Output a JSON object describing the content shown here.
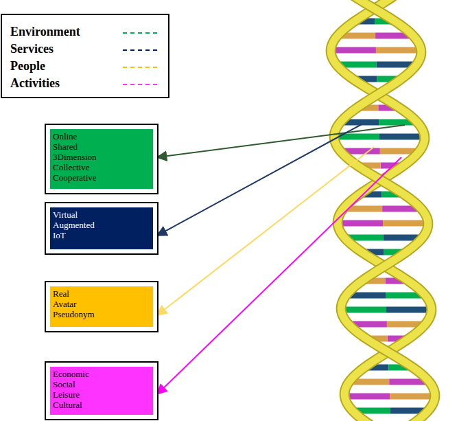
{
  "diagram": {
    "nodes": [
      {
        "text": [
          "Online",
          "Shared",
          "3Dimension",
          "Collective",
          "Cooperative"
        ]
      },
      {
        "text": [
          "Virtual",
          "Augmented",
          "IoT"
        ]
      },
      {
        "text": [
          "Real",
          "Avatar",
          "Pseudonym"
        ]
      },
      {
        "text": [
          "Economic",
          "Social",
          "Leisure",
          "Cultural"
        ]
      }
    ],
    "legend": [
      {
        "text": "Environment",
        "color": "#00b050"
      },
      {
        "text": "Services",
        "color": "#002060"
      },
      {
        "text": "People",
        "color": "#ffc000"
      },
      {
        "text": "Activities",
        "color": "#ff33ff"
      }
    ]
  }
}
